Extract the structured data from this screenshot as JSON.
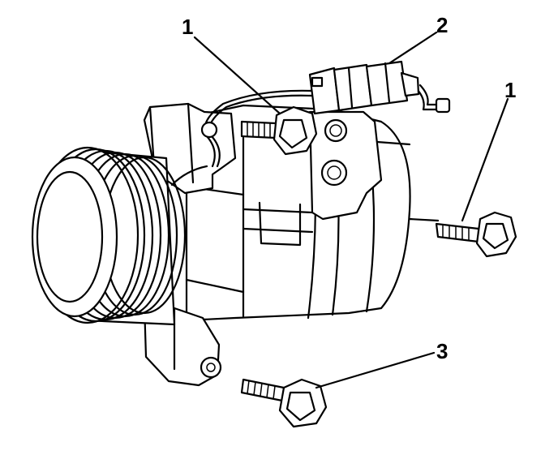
{
  "callouts": {
    "bolt_upper": "1",
    "connector": "2",
    "bolt_right": "1",
    "bolt_lower": "3"
  }
}
